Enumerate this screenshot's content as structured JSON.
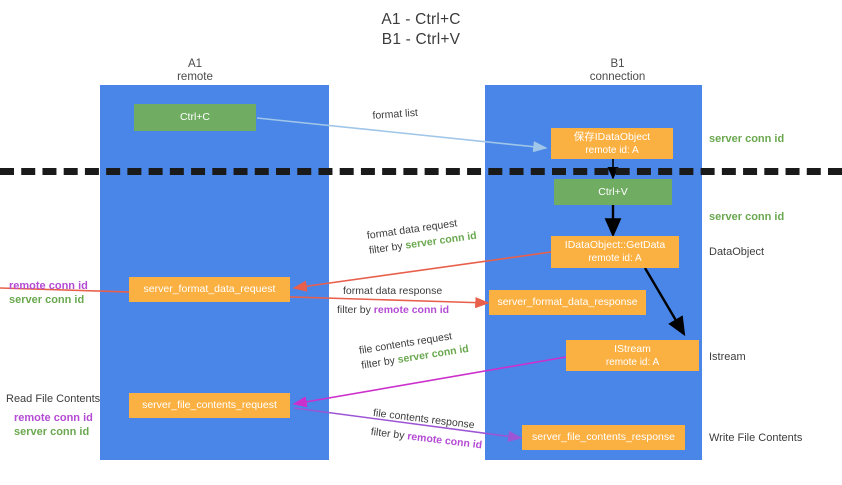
{
  "title": {
    "line1": "A1 - Ctrl+C",
    "line2": "B1 - Ctrl+V"
  },
  "columns": {
    "left": {
      "name": "A1",
      "role": "remote"
    },
    "right": {
      "name": "B1",
      "role": "connection"
    }
  },
  "colors": {
    "column_band": "#4a86e8",
    "node_green": "#70ad63",
    "node_orange": "#fbb042",
    "server_conn_id": "#6aa84f",
    "remote_conn_id": "#b44bd4",
    "arrow_blue": "#9fc5e8",
    "arrow_red": "#e8604c",
    "arrow_magenta": "#cc30cc",
    "arrow_purple": "#9c55d4",
    "arrow_black": "#000000",
    "separator": "#1a1a1a"
  },
  "nodes": {
    "ctrl_c": {
      "label": "Ctrl+C",
      "sub": ""
    },
    "save_idataobject": {
      "label": "保存IDataObject",
      "sub": "remote id: A"
    },
    "ctrl_v": {
      "label": "Ctrl+V",
      "sub": ""
    },
    "getdata": {
      "label": "IDataObject::GetData",
      "sub": "remote id: A"
    },
    "istream": {
      "label": "IStream",
      "sub": "remote id: A"
    },
    "fmt_data_request": {
      "label": "server_format_data_request",
      "sub": ""
    },
    "fmt_data_response": {
      "label": "server_format_data_response",
      "sub": ""
    },
    "file_req": {
      "label": "server_file_contents_request",
      "sub": ""
    },
    "file_resp": {
      "label": "server_file_contents_response",
      "sub": ""
    }
  },
  "edges": {
    "format_list": {
      "line1": "format list",
      "line2_prefix": "",
      "line2_highlight": ""
    },
    "format_data_request": {
      "line1": "format data request",
      "line2_prefix": "filter by ",
      "line2_highlight": "server conn id"
    },
    "format_data_response": {
      "line1": "format data response",
      "line2_prefix": "filter by ",
      "line2_highlight": "remote conn id"
    },
    "file_contents_request": {
      "line1": "file contents request",
      "line2_prefix": "filter by ",
      "line2_highlight": "server conn id"
    },
    "file_contents_response": {
      "line1": "file contents response",
      "line2_prefix": "filter by ",
      "line2_highlight": "remote conn id"
    }
  },
  "annotations": {
    "right_server_conn_id_top": "server conn id",
    "right_server_conn_id_second": "server conn id",
    "right_dataobject": "DataObject",
    "right_istream": "Istream",
    "right_write_file_contents": "Write File Contents",
    "left_remote_conn_id_upper": "remote conn id",
    "left_server_conn_id_upper": "server conn id",
    "left_read_file_contents": "Read File Contents",
    "left_remote_conn_id_lower": "remote conn id",
    "left_server_conn_id_lower": "server conn id"
  }
}
